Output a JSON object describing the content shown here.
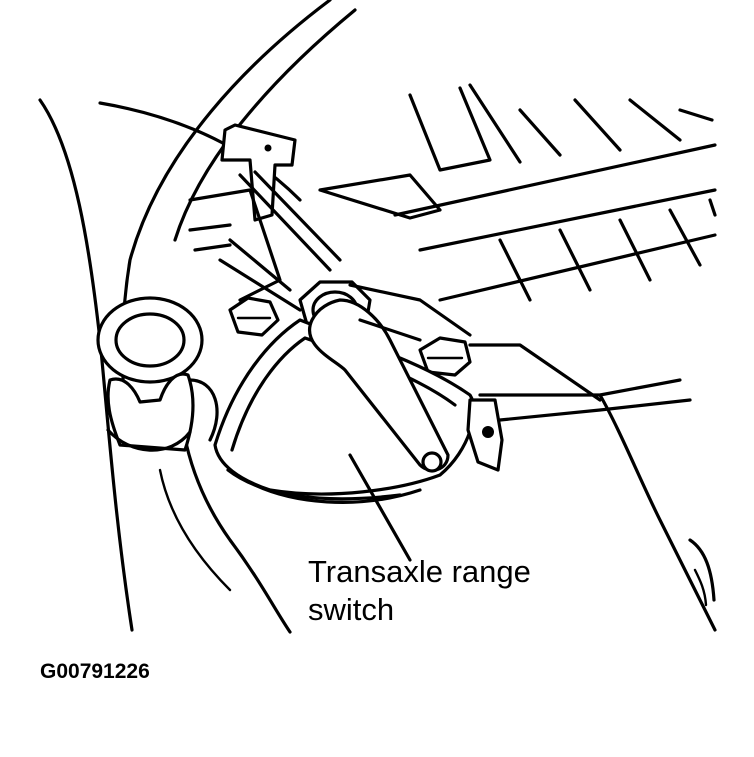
{
  "callout": {
    "line1": "Transaxle range",
    "line2": "switch"
  },
  "figure_id": "G00791226",
  "colors": {
    "ink": "#000000",
    "paper": "#ffffff"
  }
}
